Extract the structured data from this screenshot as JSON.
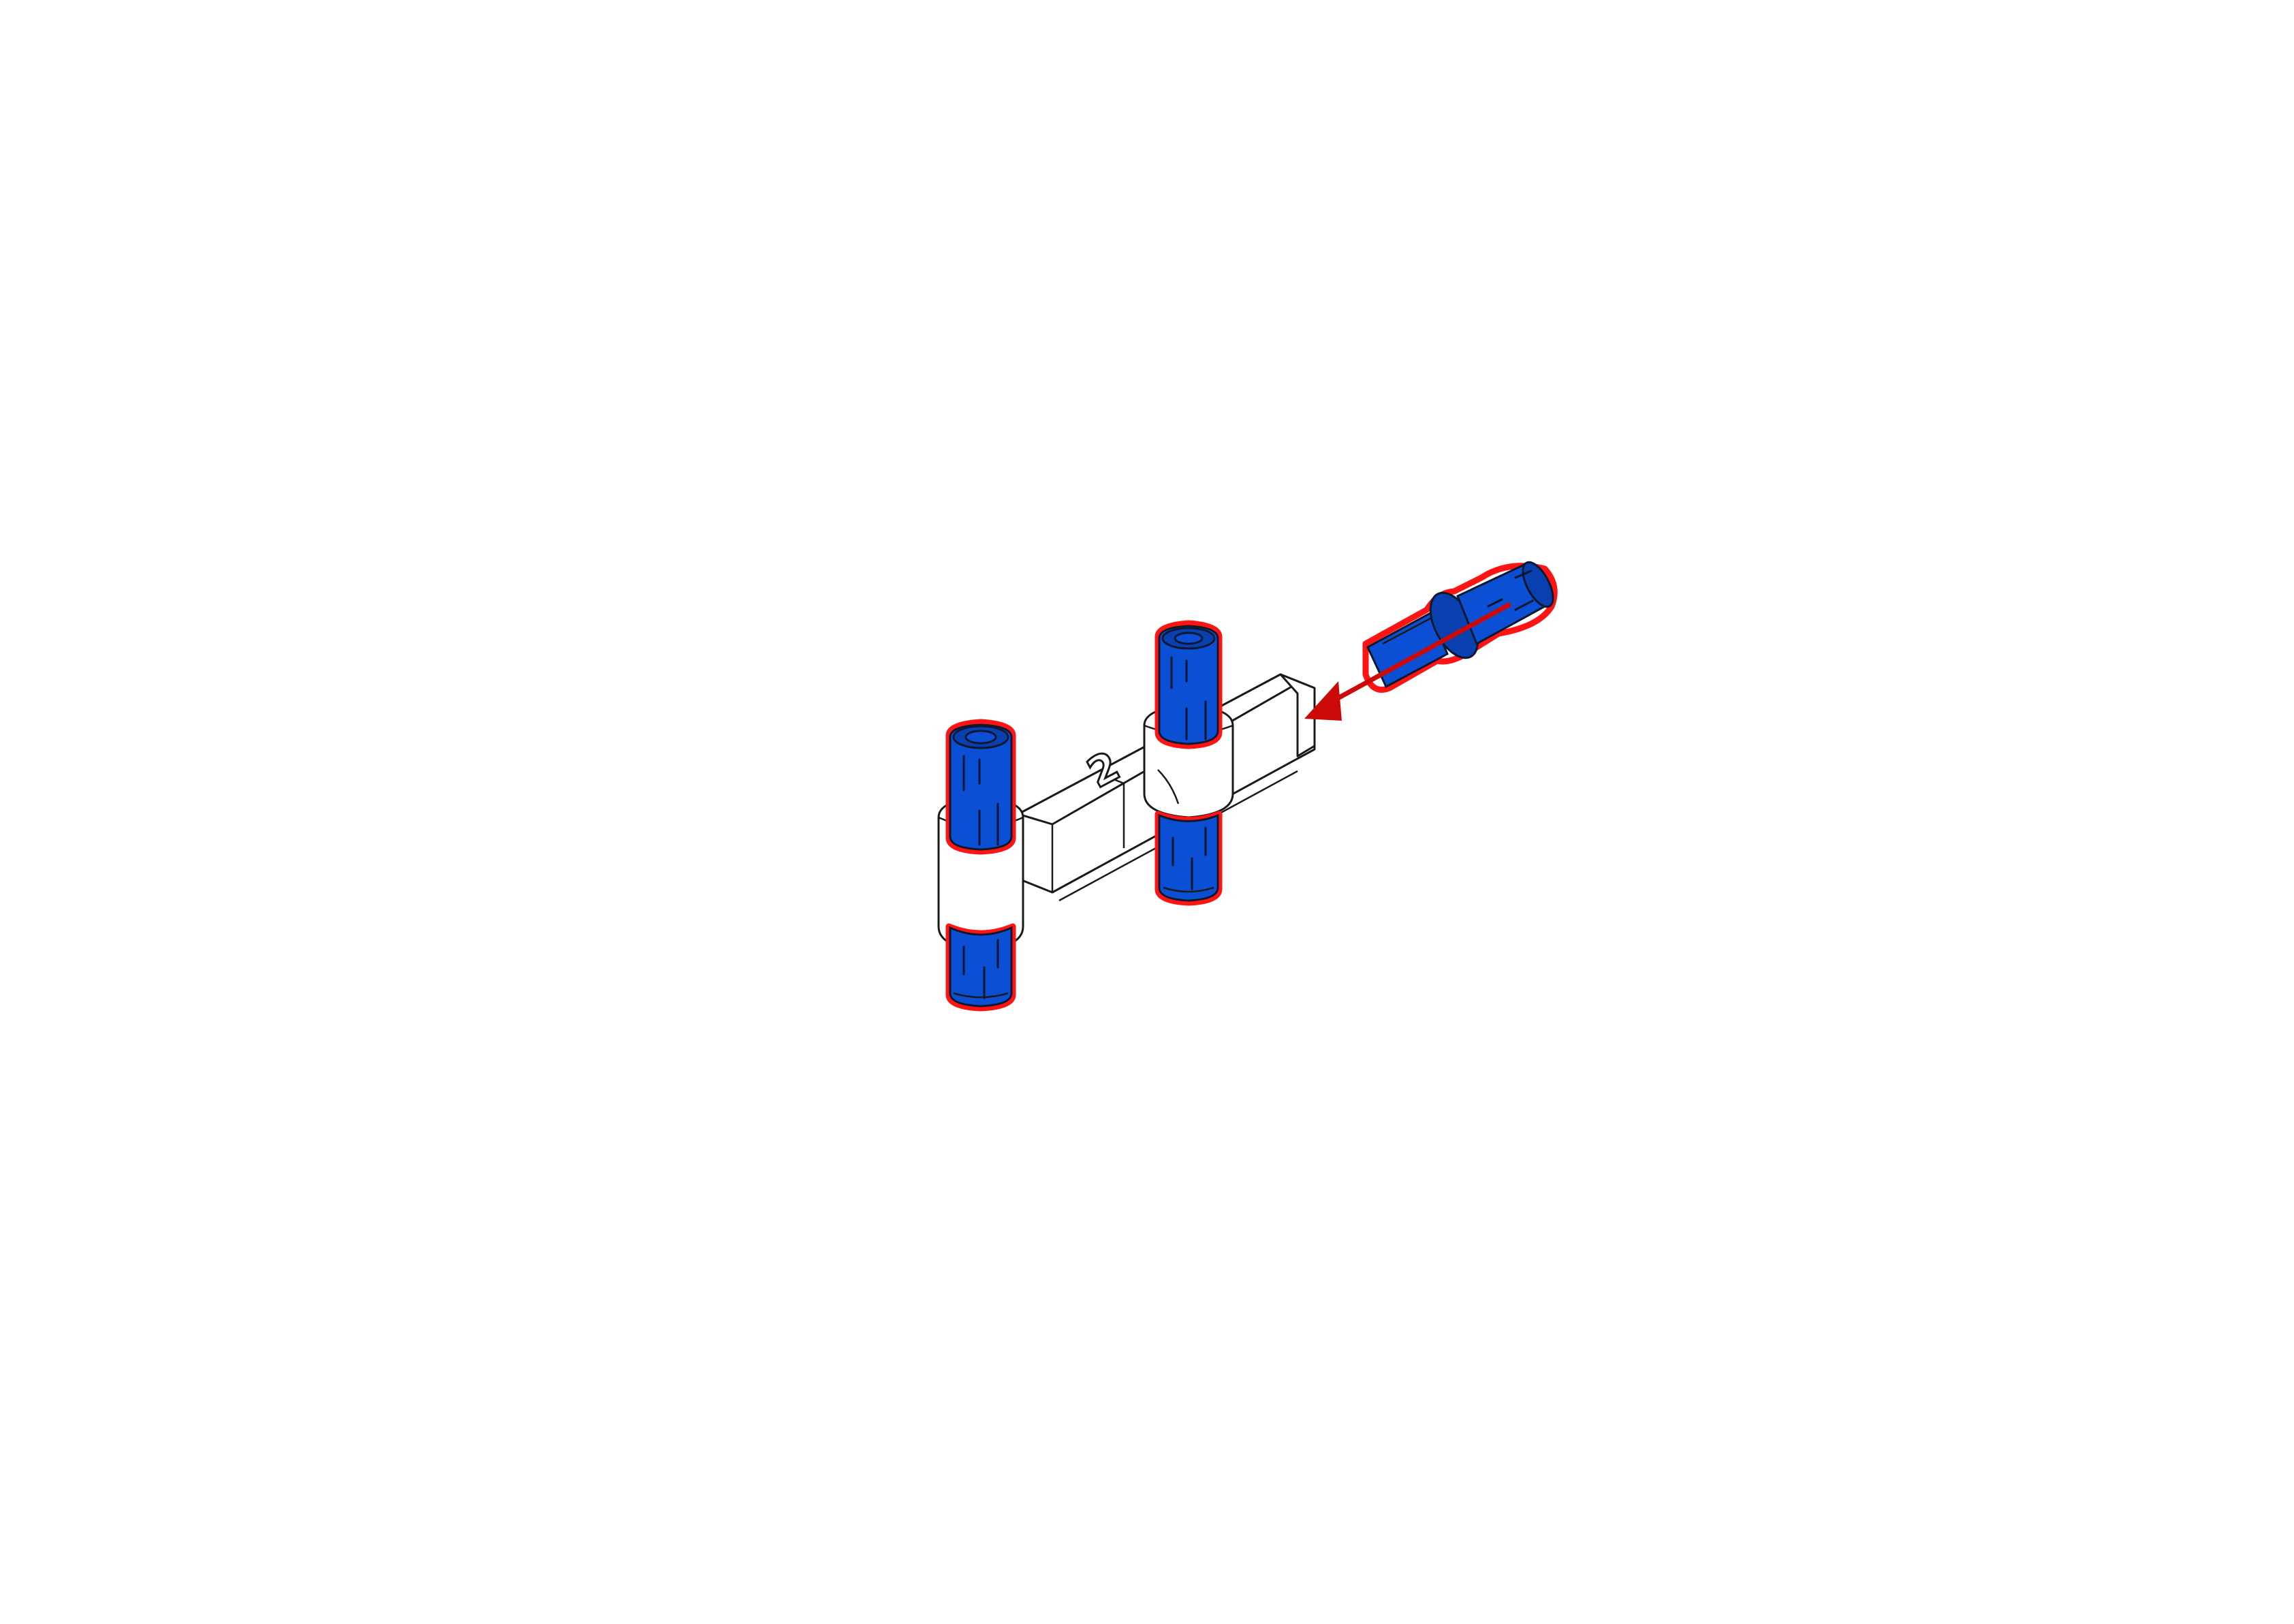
{
  "diagram": {
    "type": "assembly-instruction-step",
    "background_color": "#ffffff",
    "beam_marking": "2",
    "colors": {
      "pin_blue": "#0b4fd4",
      "highlight_outline": "#ff1414",
      "arrow_red": "#cc0a0a",
      "beam_white": "#ffffff",
      "line_black": "#1a1a1a"
    },
    "parts": [
      {
        "id": "cross-block-beam",
        "label": "white cross block / beam",
        "color": "white"
      },
      {
        "id": "pin-left-top",
        "label": "blue friction pin (top, left)",
        "color": "blue"
      },
      {
        "id": "pin-left-bottom",
        "label": "blue friction pin (bottom, left)",
        "color": "blue"
      },
      {
        "id": "pin-middle-top",
        "label": "blue friction pin (top, middle)",
        "color": "blue"
      },
      {
        "id": "pin-middle-bottom",
        "label": "blue friction pin (bottom, middle)",
        "color": "blue"
      },
      {
        "id": "axle-pin-loose",
        "label": "blue axle pin with friction (being inserted)",
        "color": "blue"
      }
    ],
    "arrow": {
      "direction": "down-left",
      "meaning": "insert axle pin into beam end"
    }
  }
}
